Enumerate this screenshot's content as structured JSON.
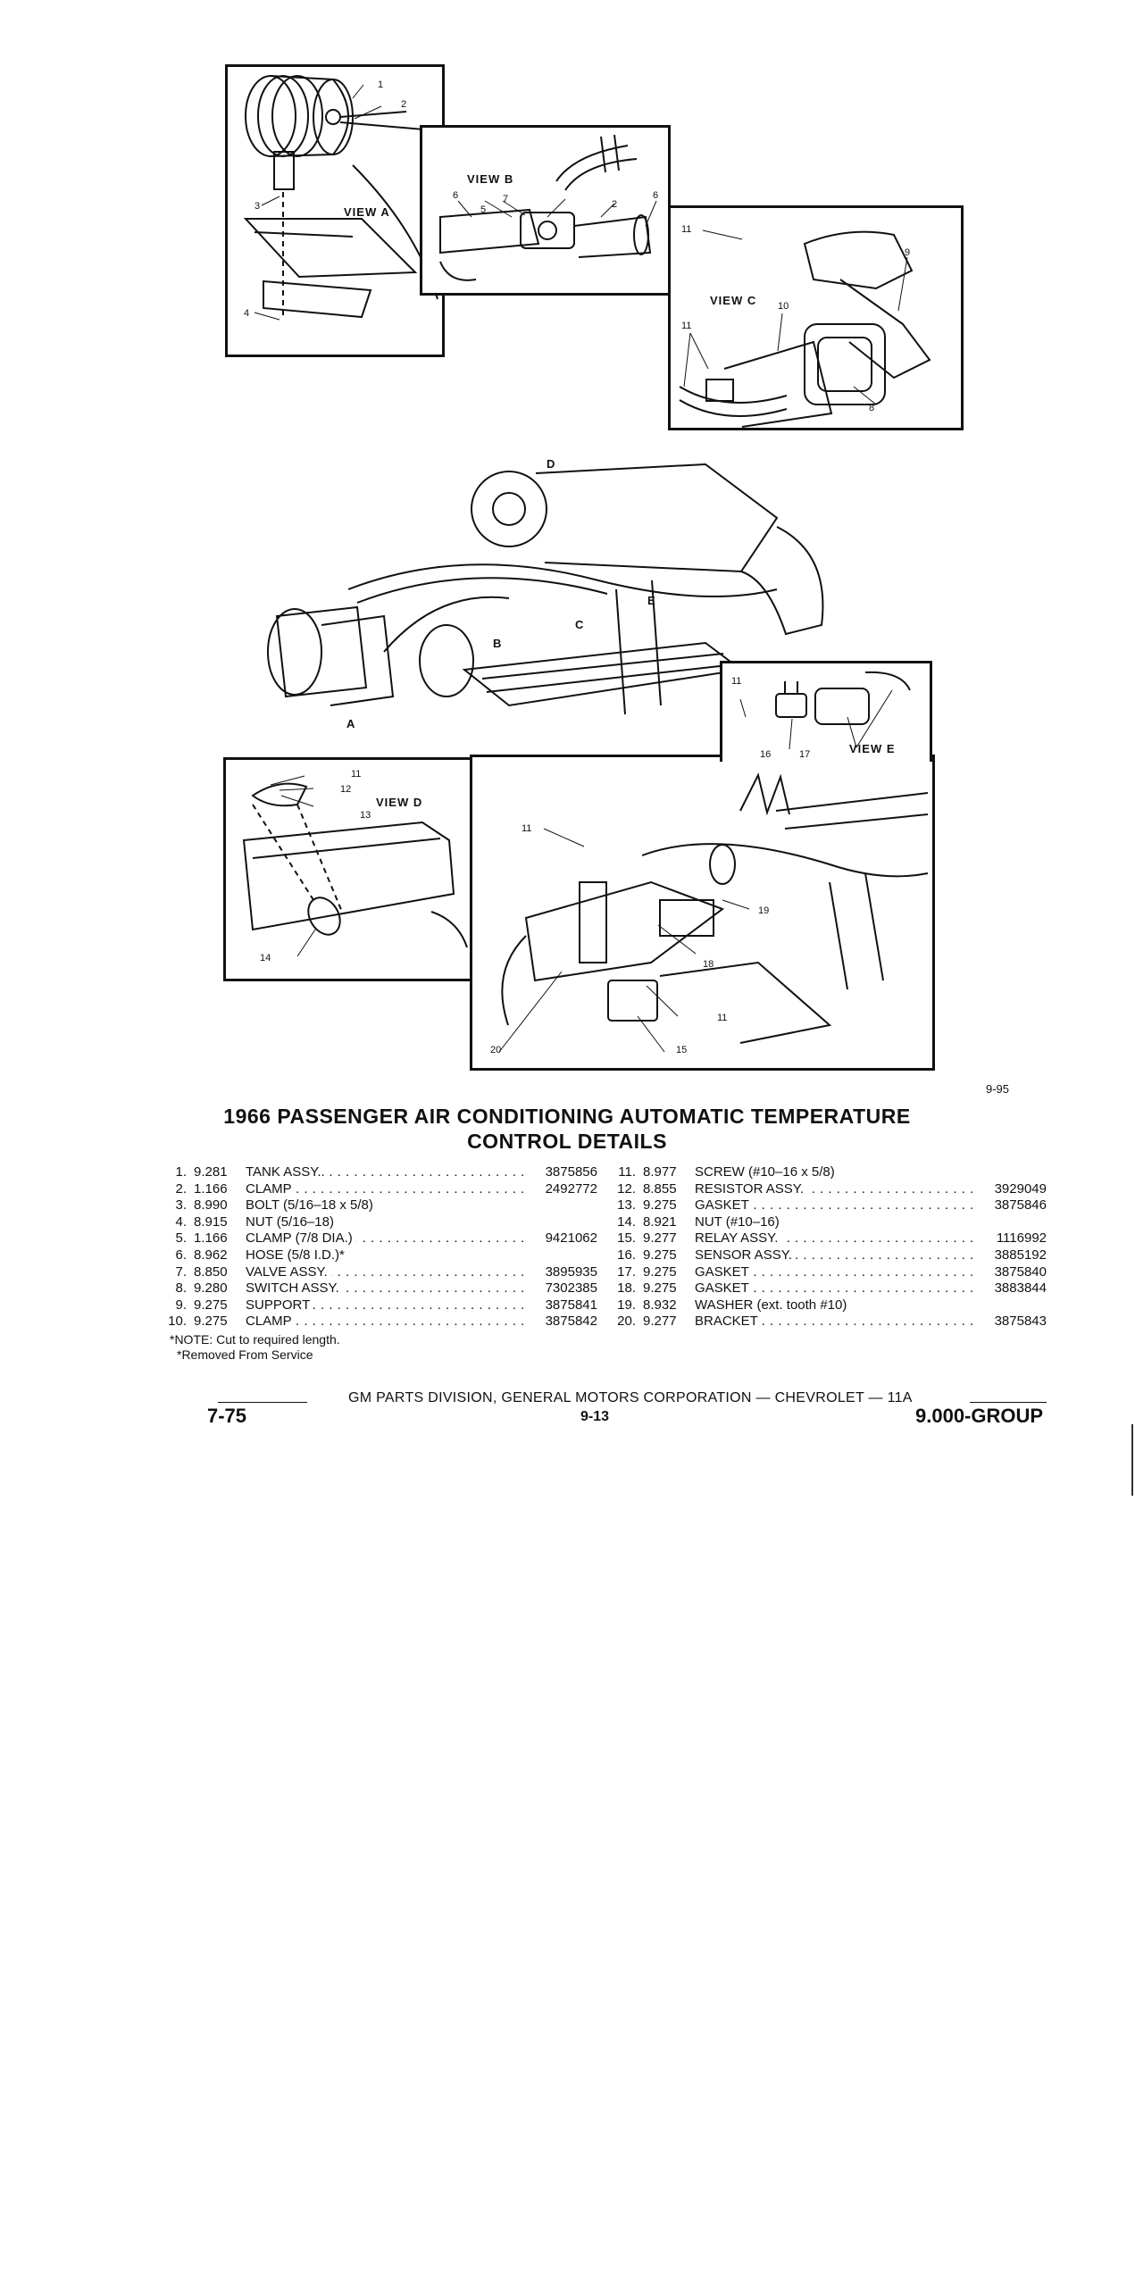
{
  "figure_code": "9-95",
  "title_line1": "1966 PASSENGER AIR CONDITIONING AUTOMATIC TEMPERATURE",
  "title_line2": "CONTROL DETAILS",
  "views": {
    "a": "VIEW A",
    "b": "VIEW B",
    "c": "VIEW C",
    "d": "VIEW D",
    "e": "VIEW E"
  },
  "main_view_letters": [
    "A",
    "B",
    "C",
    "D",
    "E"
  ],
  "callouts": [
    "1",
    "2",
    "3",
    "4",
    "5",
    "6",
    "7",
    "8",
    "9",
    "10",
    "11",
    "12",
    "13",
    "14",
    "15",
    "16",
    "17",
    "18",
    "19",
    "20"
  ],
  "parts_left": [
    {
      "no": "1.",
      "group": "9.281",
      "desc": "TANK ASSY..",
      "part": "3875856"
    },
    {
      "no": "2.",
      "group": "1.166",
      "desc": "CLAMP",
      "part": "2492772"
    },
    {
      "no": "3.",
      "group": "8.990",
      "desc": "BOLT (5/16–18 x 5/8)",
      "part": ""
    },
    {
      "no": "4.",
      "group": "8.915",
      "desc": "NUT (5/16–18)",
      "part": ""
    },
    {
      "no": "5.",
      "group": "1.166",
      "desc": "CLAMP (7/8 DIA.)",
      "part": "9421062"
    },
    {
      "no": "6.",
      "group": "8.962",
      "desc": "HOSE (5/8 I.D.)*",
      "part": ""
    },
    {
      "no": "7.",
      "group": "8.850",
      "desc": "VALVE ASSY.",
      "part": "3895935"
    },
    {
      "no": "8.",
      "group": "9.280",
      "desc": "SWITCH ASSY.",
      "part": "7302385"
    },
    {
      "no": "9.",
      "group": "9.275",
      "desc": "SUPPORT",
      "part": "3875841"
    },
    {
      "no": "10.",
      "group": "9.275",
      "desc": "CLAMP",
      "part": "3875842"
    }
  ],
  "parts_right": [
    {
      "no": "11.",
      "group": "8.977",
      "desc": "SCREW (#10–16 x 5/8)",
      "part": ""
    },
    {
      "no": "12.",
      "group": "8.855",
      "desc": "RESISTOR ASSY.",
      "part": "3929049"
    },
    {
      "no": "13.",
      "group": "9.275",
      "desc": "GASKET",
      "part": "3875846"
    },
    {
      "no": "14.",
      "group": "8.921",
      "desc": "NUT (#10–16)",
      "part": ""
    },
    {
      "no": "15.",
      "group": "9.277",
      "desc": "RELAY ASSY.",
      "part": "1116992"
    },
    {
      "no": "16.",
      "group": "9.275",
      "desc": "SENSOR ASSY.",
      "part": "3885192"
    },
    {
      "no": "17.",
      "group": "9.275",
      "desc": "GASKET",
      "part": "3875840"
    },
    {
      "no": "18.",
      "group": "9.275",
      "desc": "GASKET",
      "part": "3883844"
    },
    {
      "no": "19.",
      "group": "8.932",
      "desc": "WASHER (ext. tooth #10)",
      "part": ""
    },
    {
      "no": "20.",
      "group": "9.277",
      "desc": "BRACKET",
      "part": "3875843"
    }
  ],
  "note1": "*NOTE: Cut to required length.",
  "note2": "*Removed From Service",
  "footer": "GM PARTS DIVISION, GENERAL MOTORS CORPORATION — CHEVROLET — 11A",
  "date_code": "7-75",
  "page_number": "9-13",
  "group_code": "9.000-GROUP"
}
